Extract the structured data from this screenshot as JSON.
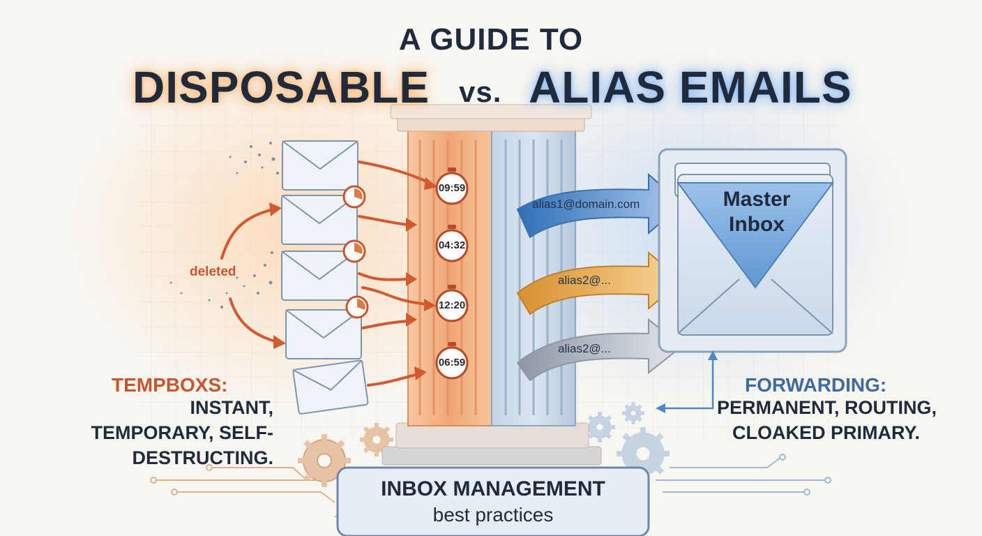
{
  "title": {
    "top": "A GUIDE TO",
    "left": "DISPOSABLE",
    "vs": "vs.",
    "right": "ALIAS EMAILS"
  },
  "left_panel": {
    "heading": "TEMPBOXS:",
    "description": "INSTANT, TEMPORARY, SELF-DESTRUCTING.",
    "deleted_label": "deleted",
    "timers": [
      "09:59",
      "04:32",
      "12:20",
      "06:59"
    ]
  },
  "right_panel": {
    "heading": "FORWARDING:",
    "description_line1": "PERMANENT, ROUTING,",
    "description_line2": "CLOAKED PRIMARY.",
    "aliases": [
      "alias1@domain.com",
      "alias2@...",
      "alias2@..."
    ],
    "inbox_line1": "Master",
    "inbox_line2": "Inbox"
  },
  "footer": {
    "title": "INBOX MANAGEMENT",
    "subtitle": "best practices"
  },
  "colors": {
    "disposable_accent": "#e0703c",
    "alias_accent": "#4d87c8",
    "text_dark": "#1f2a3d",
    "background": "#f7f5f0"
  }
}
